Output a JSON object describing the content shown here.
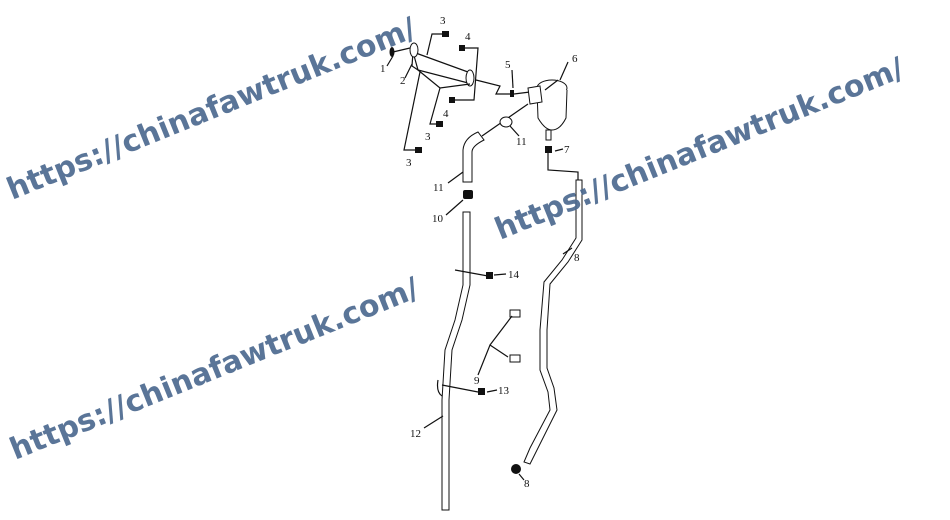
{
  "diagram": {
    "labels": {
      "p1": "1",
      "p2": "2",
      "p3a": "3",
      "p3b": "3",
      "p3c": "3",
      "p4a": "4",
      "p4b": "4",
      "p5": "5",
      "p6": "6",
      "p7": "7",
      "p8a": "8",
      "p8b": "8",
      "p9": "9",
      "p10": "10",
      "p11a": "11",
      "p11b": "11",
      "p12": "12",
      "p13": "13",
      "p14": "14"
    }
  },
  "watermark": {
    "text": "https://chinafawtruk.com/",
    "color": "#4d6a90"
  }
}
